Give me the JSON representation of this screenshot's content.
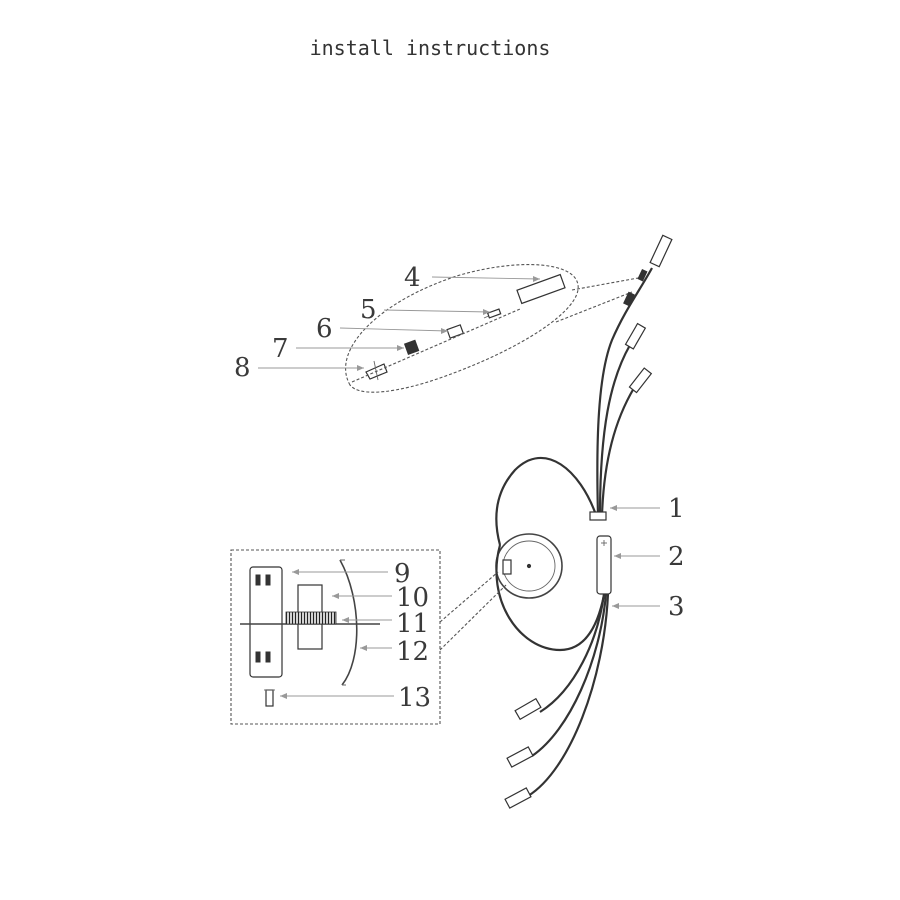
{
  "title": "install   instructions",
  "callouts": [
    "1",
    "2",
    "3",
    "4",
    "5",
    "6",
    "7",
    "8",
    "9",
    "10",
    "11",
    "12",
    "13"
  ]
}
